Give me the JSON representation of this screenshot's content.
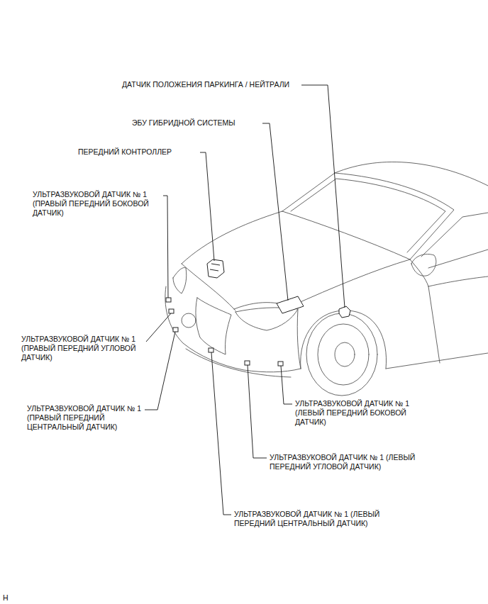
{
  "diagram": {
    "labels": [
      "ДАТЧИК ПОЛОЖЕНИЯ ПАРКИНГА / НЕЙТРАЛИ",
      "ЭБУ ГИБРИДНОЙ СИСТЕМЫ",
      "ПЕРЕДНИЙ КОНТРОЛЛЕР",
      "УЛЬТРАЗВУКОВОЙ ДАТЧИК № 1 (ПРАВЫЙ ПЕРЕДНИЙ БОКОВОЙ ДАТЧИК)",
      "УЛЬТРАЗВУКОВОЙ ДАТЧИК № 1 (ПРАВЫЙ ПЕРЕДНИЙ УГЛОВОЙ ДАТЧИК)",
      "УЛЬТРАЗВУКОВОЙ ДАТЧИК № 1 (ПРАВЫЙ ПЕРЕДНИЙ ЦЕНТРАЛЬНЫЙ ДАТЧИК)",
      "УЛЬТРАЗВУКОВОЙ ДАТЧИК № 1 (ЛЕВЫЙ ПЕРЕДНИЙ БОКОВОЙ ДАТЧИК)",
      "УЛЬТРАЗВУКОВОЙ ДАТЧИК № 1 (ЛЕВЫЙ ПЕРЕДНИЙ УГЛОВОЙ ДАТЧИК)",
      "УЛЬТРАЗВУКОВОЙ ДАТЧИК № 1 (ЛЕВЫЙ ПЕРЕДНИЙ ЦЕНТРАЛЬНЫЙ ДАТЧИК)",
      "H"
    ]
  }
}
